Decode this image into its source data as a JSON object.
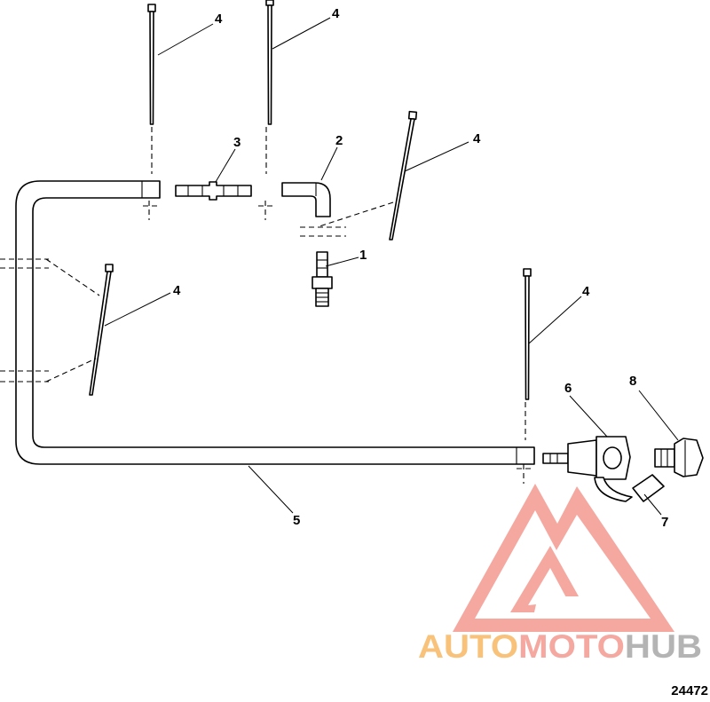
{
  "callouts": [
    {
      "id": "c1",
      "label": "1"
    },
    {
      "id": "c2",
      "label": "2"
    },
    {
      "id": "c3",
      "label": "3"
    },
    {
      "id": "c4a",
      "label": "4"
    },
    {
      "id": "c4b",
      "label": "4"
    },
    {
      "id": "c4c",
      "label": "4"
    },
    {
      "id": "c4d",
      "label": "4"
    },
    {
      "id": "c4e",
      "label": "4"
    },
    {
      "id": "c5",
      "label": "5"
    },
    {
      "id": "c6",
      "label": "6"
    },
    {
      "id": "c7",
      "label": "7"
    },
    {
      "id": "c8",
      "label": "8"
    }
  ],
  "figure_number": "24472",
  "watermark": {
    "part1": "AUTO",
    "part2": "MOTO",
    "part3": "HUB",
    "colors": {
      "auto": "#f8c27a",
      "moto": "#f5a8a0",
      "hub": "#b4b4b4",
      "logo": "#f5a8a0"
    }
  }
}
